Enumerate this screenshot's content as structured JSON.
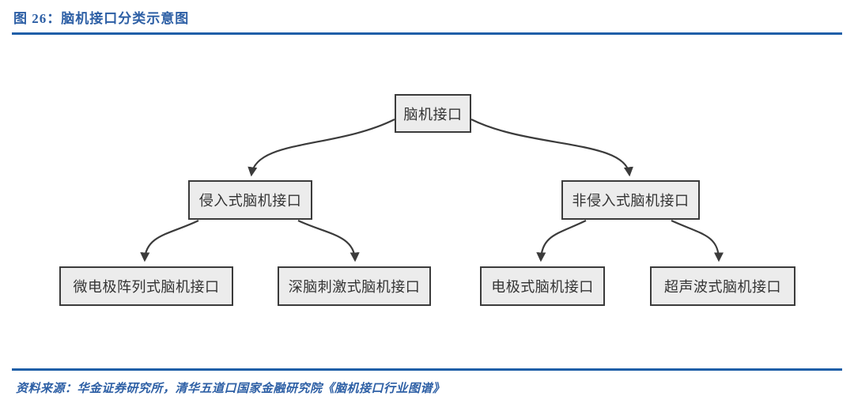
{
  "figure": {
    "title": "图 26：脑机接口分类示意图",
    "source": "资料来源：华金证券研究所，清华五道口国家金融研究院《脑机接口行业图谱》"
  },
  "tree": {
    "root": {
      "label": "脑机接口"
    },
    "children": [
      {
        "label": "侵入式脑机接口",
        "children": [
          {
            "label": "微电极阵列式脑机接口"
          },
          {
            "label": "深脑刺激式脑机接口"
          }
        ]
      },
      {
        "label": "非侵入式脑机接口",
        "children": [
          {
            "label": "电极式脑机接口"
          },
          {
            "label": "超声波式脑机接口"
          }
        ]
      }
    ]
  },
  "colors": {
    "accent_blue": "#1F5FA8",
    "title_text": "#2D5FA5",
    "source_text": "#2D5FA5",
    "node_fill": "#ECECEC",
    "node_border": "#3B3B3B",
    "node_text": "#333333",
    "arrow": "#3B3B3B"
  }
}
